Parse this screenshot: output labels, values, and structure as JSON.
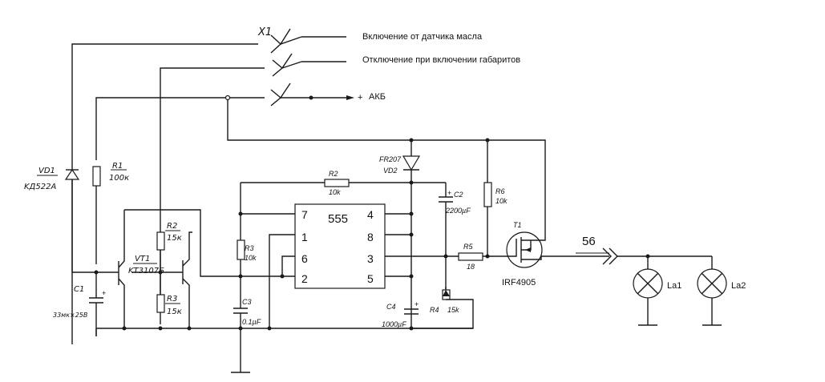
{
  "connector": {
    "name": "X1",
    "line1": "Включение от датчика масла",
    "line2": "Отключение при включении габаритов",
    "line3": "АКБ",
    "plus": "+"
  },
  "vd1": {
    "name": "VD1",
    "type": "KД522A"
  },
  "r1": {
    "name": "R1",
    "value": "100к"
  },
  "r2_left": {
    "name": "R2",
    "value": "15к"
  },
  "r3_left": {
    "name": "R3",
    "value": "15к"
  },
  "vt1": {
    "name": "VT1",
    "type": "KT3107Б"
  },
  "c1": {
    "name": "C1",
    "value": "33мк×25В",
    "plus": "+"
  },
  "vd2": {
    "part": "FR207",
    "name": "VD2"
  },
  "r2": {
    "name": "R2",
    "value": "10k"
  },
  "c2": {
    "name": "C2",
    "value": "2200µF",
    "plus": "+"
  },
  "r6": {
    "name": "R6",
    "value": "10k"
  },
  "ic": {
    "name": "555",
    "pin7": "7",
    "pin1": "1",
    "pin6": "6",
    "pin2": "2",
    "pin4": "4",
    "pin8": "8",
    "pin3": "3",
    "pin5": "5"
  },
  "r3": {
    "name": "R3",
    "value": "10k"
  },
  "c3": {
    "name": "C3",
    "value": "0.1µF"
  },
  "c4": {
    "name": "C4",
    "value": "1000µF",
    "plus": "+"
  },
  "r4": {
    "name": "R4",
    "value": "15k"
  },
  "r5": {
    "name": "R5",
    "value": "18"
  },
  "t1": {
    "name": "T1",
    "type": "IRF4905"
  },
  "output": {
    "label": "56"
  },
  "la1": {
    "name": "La1"
  },
  "la2": {
    "name": "La2"
  }
}
